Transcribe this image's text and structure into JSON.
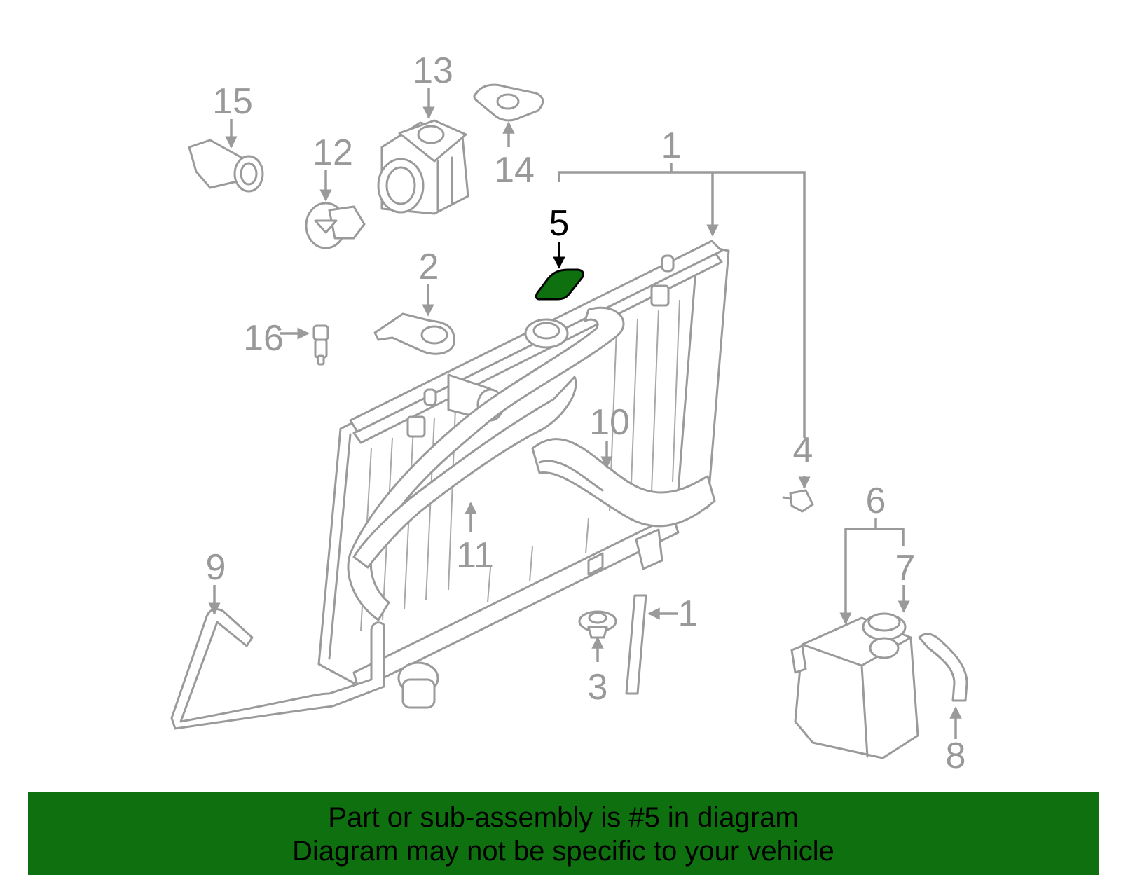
{
  "colors": {
    "highlight_fill": "#0e700e",
    "banner_background": "#0e700e",
    "diagram_line": "#9a9a9a",
    "highlight_label": "#000000"
  },
  "diagram": {
    "highlighted_part": "5",
    "callouts": {
      "c1_top": "1",
      "c1_hose": "1",
      "c2": "2",
      "c3": "3",
      "c4": "4",
      "c5": "5",
      "c6": "6",
      "c7": "7",
      "c8": "8",
      "c9": "9",
      "c10": "10",
      "c11": "11",
      "c12": "12",
      "c13": "13",
      "c14": "14",
      "c15": "15",
      "c16": "16"
    }
  },
  "banner": {
    "line1": "Part or sub-assembly is #5 in diagram",
    "line2": "Diagram may not be specific to your vehicle"
  }
}
